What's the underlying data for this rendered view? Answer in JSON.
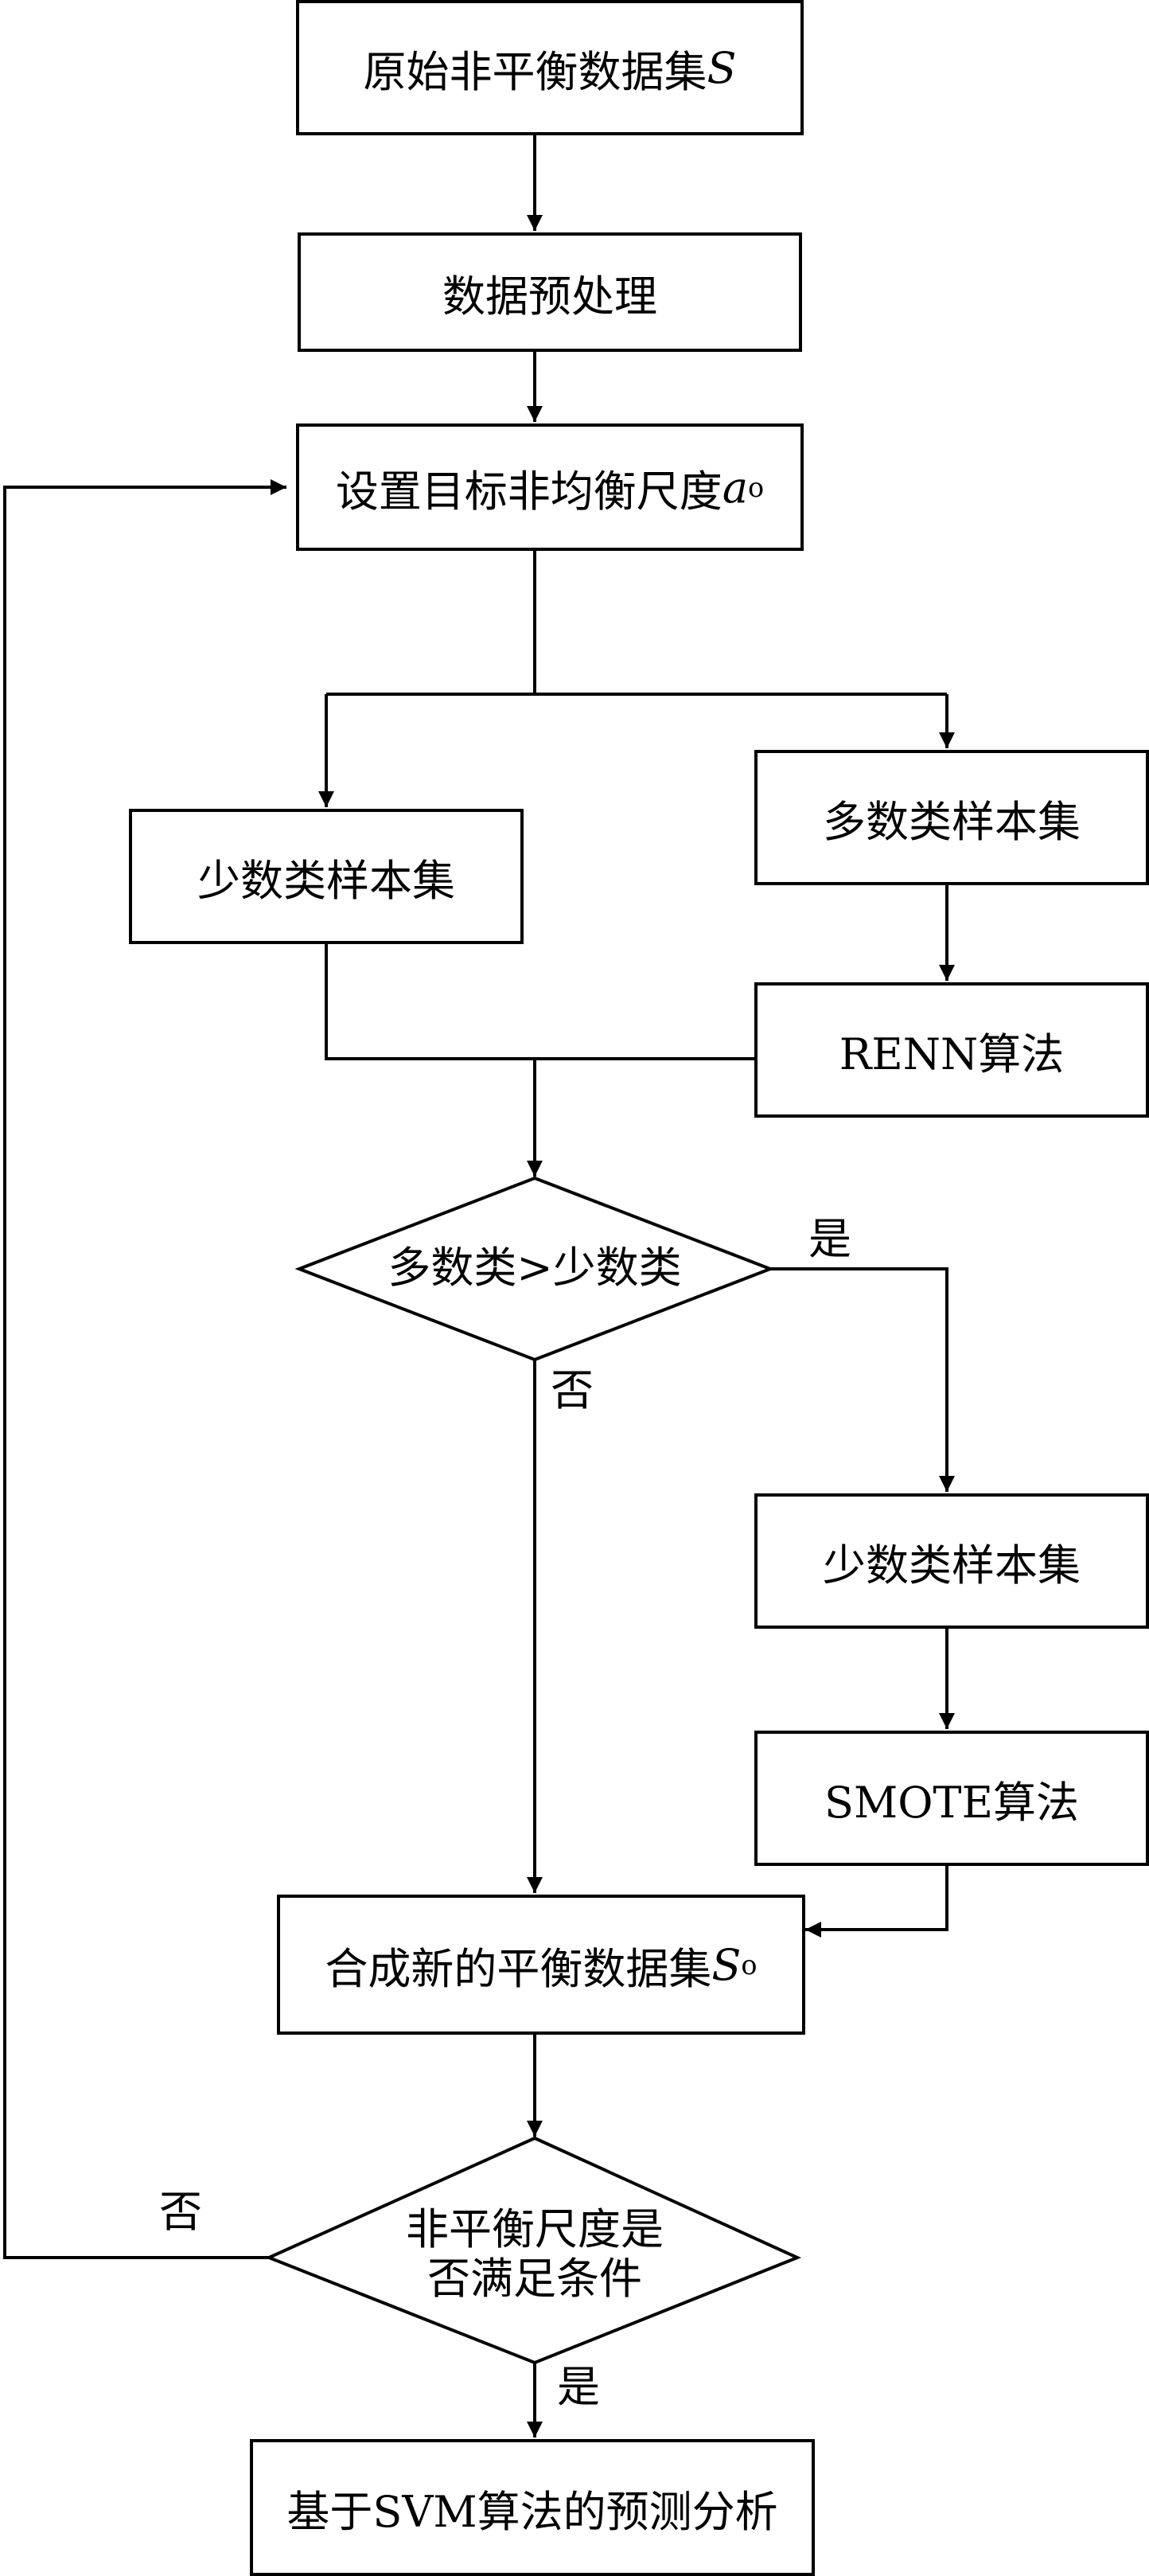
{
  "nodes": {
    "original_set": {
      "text": "原始非平衡数据集",
      "var": "S"
    },
    "preprocess": {
      "text": "数据预处理"
    },
    "set_target": {
      "text": "设置目标非均衡尺度",
      "var": "a",
      "sub": "o"
    },
    "minority_set_left": {
      "text": "少数类样本集"
    },
    "majority_set": {
      "text": "多数类样本集"
    },
    "renn": {
      "text": "RENN算法"
    },
    "compare_decision": {
      "text": "多数类>少数类"
    },
    "minority_set_right": {
      "text": "少数类样本集"
    },
    "smote": {
      "text": "SMOTE算法"
    },
    "synthesize": {
      "text": "合成新的平衡数据集",
      "var": "S",
      "sub": "o"
    },
    "check_decision": {
      "line1": "非平衡尺度是",
      "line2": "否满足条件"
    },
    "svm": {
      "text": "基于SVM算法的预测分析"
    }
  },
  "edge_labels": {
    "compare_yes": "是",
    "compare_no": "否",
    "check_no": "否",
    "check_yes": "是"
  },
  "colors": {
    "stroke": "#000000",
    "fill": "#ffffff",
    "text": "#000000"
  }
}
